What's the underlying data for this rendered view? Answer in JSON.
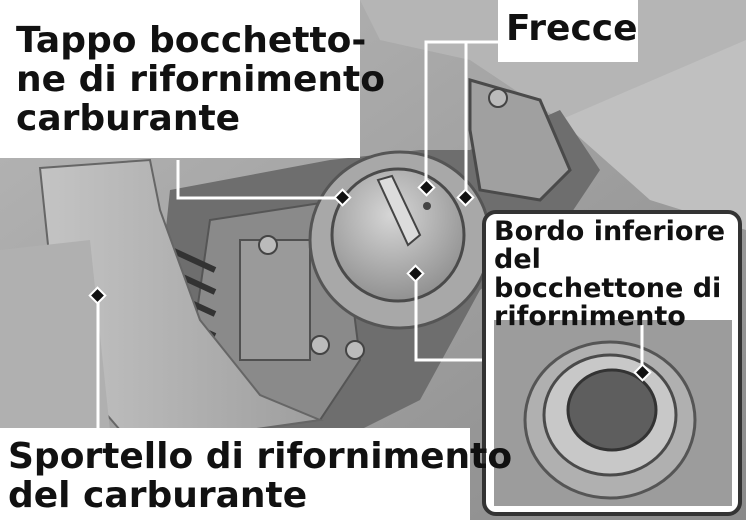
{
  "labels": {
    "fuel_cap": [
      "Tappo bocchetto-",
      "ne di rifornimento",
      "carburante"
    ],
    "arrows": "Frecce",
    "fuel_door": [
      "Sportello di rifornimento",
      "del carburante"
    ],
    "filler_edge": [
      "Bordo inferiore del",
      "bocchettone di",
      "rifornimento"
    ]
  },
  "colors": {
    "background": "#9a9a9a",
    "label_bg": "#ffffff",
    "leader_line": "#ffffff",
    "text": "#111111"
  }
}
